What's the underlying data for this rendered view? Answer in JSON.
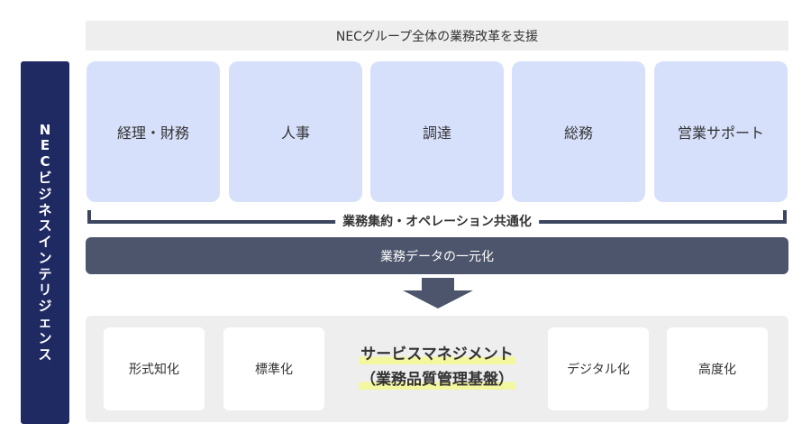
{
  "sidebar": {
    "label": "NECビジネスインテリジェンス"
  },
  "top_band": {
    "text": "NECグループ全体の業務改革を支援"
  },
  "cards": [
    "経理・財務",
    "人事",
    "調達",
    "総務",
    "営業サポート"
  ],
  "bracket": {
    "label": "業務集約・オペレーション共通化"
  },
  "data_bar": {
    "label": "業務データの一元化"
  },
  "bottom": {
    "left_items": [
      "形式知化",
      "標準化"
    ],
    "center_line1": "サービスマネジメント",
    "center_line2": "（業務品質管理基盤）",
    "right_items": [
      "デジタル化",
      "高度化"
    ]
  },
  "colors": {
    "navy": "#1f2a63",
    "card_blue": "#d7e0fb",
    "dark_bar": "#4c556b",
    "panel_gray": "#eeeeee",
    "highlight": "#f3f7a0"
  }
}
